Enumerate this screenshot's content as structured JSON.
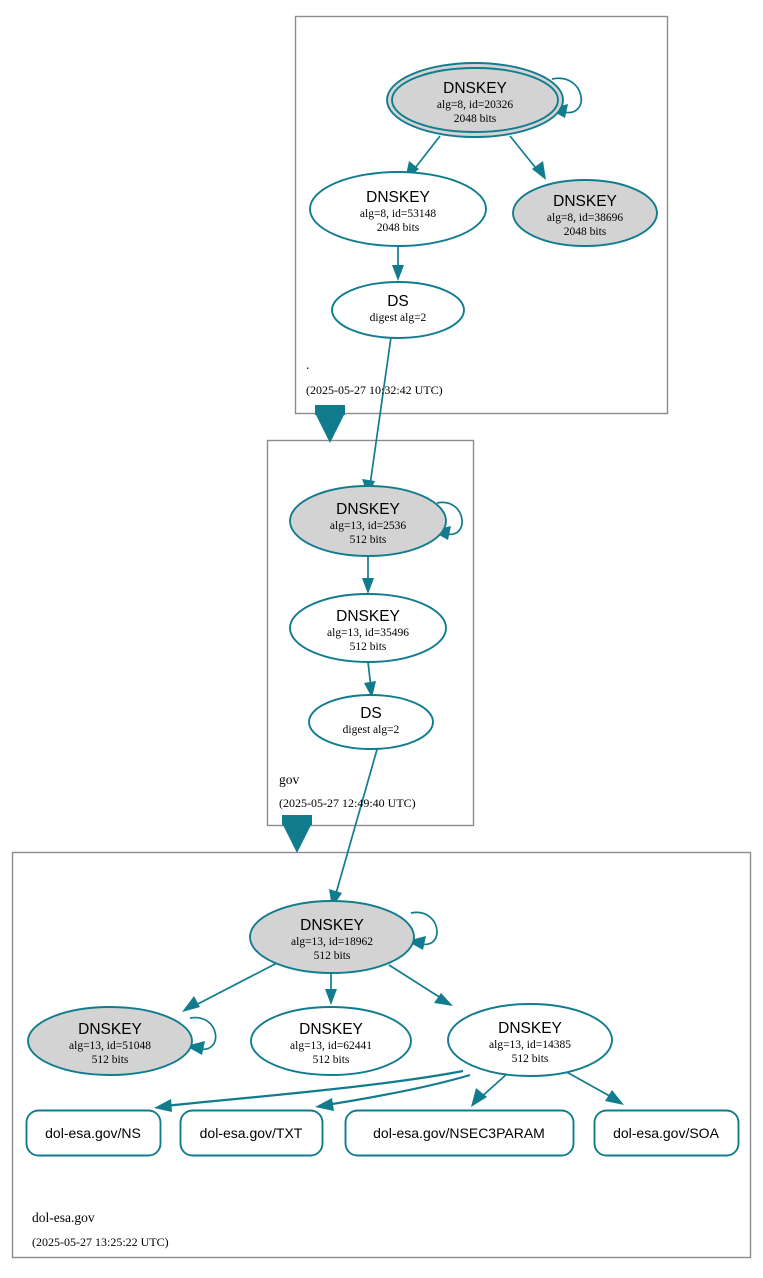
{
  "diagram": {
    "kind": "dnssec-authentication-chain",
    "colors": {
      "edge": "#117c8d",
      "node_border": "#117c8d",
      "secure_fill": "#d3d3d3",
      "plain_fill": "#ffffff",
      "zone_border": "#8c8c8c",
      "text": "#000000"
    }
  },
  "zones": [
    {
      "id": "root",
      "name": ".",
      "timestamp": "(2025-05-27 10:32:42 UTC)",
      "nodes": [
        {
          "id": "root-ksk",
          "type": "DNSKEY",
          "title": "DNSKEY",
          "line2": "alg=8, id=20326",
          "line3": "2048 bits",
          "alg": 8,
          "key_id": 20326,
          "bits": 2048,
          "fill": "grey",
          "trust_anchor": true,
          "self_signed": true
        },
        {
          "id": "root-zsk-53148",
          "type": "DNSKEY",
          "title": "DNSKEY",
          "line2": "alg=8, id=53148",
          "line3": "2048 bits",
          "alg": 8,
          "key_id": 53148,
          "bits": 2048,
          "fill": "white",
          "trust_anchor": false,
          "self_signed": false
        },
        {
          "id": "root-zsk-38696",
          "type": "DNSKEY",
          "title": "DNSKEY",
          "line2": "alg=8, id=38696",
          "line3": "2048 bits",
          "alg": 8,
          "key_id": 38696,
          "bits": 2048,
          "fill": "grey",
          "trust_anchor": false,
          "self_signed": false
        },
        {
          "id": "root-ds",
          "type": "DS",
          "title": "DS",
          "line2": "digest alg=2",
          "line3": "",
          "fill": "white",
          "trust_anchor": false,
          "self_signed": false
        }
      ]
    },
    {
      "id": "gov",
      "name": "gov",
      "timestamp": "(2025-05-27 12:49:40 UTC)",
      "nodes": [
        {
          "id": "gov-ksk",
          "type": "DNSKEY",
          "title": "DNSKEY",
          "line2": "alg=13, id=2536",
          "line3": "512 bits",
          "alg": 13,
          "key_id": 2536,
          "bits": 512,
          "fill": "grey",
          "trust_anchor": false,
          "self_signed": true
        },
        {
          "id": "gov-zsk-35496",
          "type": "DNSKEY",
          "title": "DNSKEY",
          "line2": "alg=13, id=35496",
          "line3": "512 bits",
          "alg": 13,
          "key_id": 35496,
          "bits": 512,
          "fill": "white",
          "trust_anchor": false,
          "self_signed": false
        },
        {
          "id": "gov-ds",
          "type": "DS",
          "title": "DS",
          "line2": "digest alg=2",
          "line3": "",
          "fill": "white",
          "trust_anchor": false,
          "self_signed": false
        }
      ]
    },
    {
      "id": "dol-esa",
      "name": "dol-esa.gov",
      "timestamp": "(2025-05-27 13:25:22 UTC)",
      "nodes": [
        {
          "id": "dol-ksk-18962",
          "type": "DNSKEY",
          "title": "DNSKEY",
          "line2": "alg=13, id=18962",
          "line3": "512 bits",
          "alg": 13,
          "key_id": 18962,
          "bits": 512,
          "fill": "grey",
          "trust_anchor": false,
          "self_signed": true
        },
        {
          "id": "dol-key-51048",
          "type": "DNSKEY",
          "title": "DNSKEY",
          "line2": "alg=13, id=51048",
          "line3": "512 bits",
          "alg": 13,
          "key_id": 51048,
          "bits": 512,
          "fill": "grey",
          "trust_anchor": false,
          "self_signed": true
        },
        {
          "id": "dol-key-62441",
          "type": "DNSKEY",
          "title": "DNSKEY",
          "line2": "alg=13, id=62441",
          "line3": "512 bits",
          "alg": 13,
          "key_id": 62441,
          "bits": 512,
          "fill": "white",
          "trust_anchor": false,
          "self_signed": false
        },
        {
          "id": "dol-key-14385",
          "type": "DNSKEY",
          "title": "DNSKEY",
          "line2": "alg=13, id=14385",
          "line3": "512 bits",
          "alg": 13,
          "key_id": 14385,
          "bits": 512,
          "fill": "white",
          "trust_anchor": false,
          "self_signed": false
        }
      ],
      "rrsets": [
        {
          "id": "rr-ns",
          "label": "dol-esa.gov/NS"
        },
        {
          "id": "rr-txt",
          "label": "dol-esa.gov/TXT"
        },
        {
          "id": "rr-nsec3param",
          "label": "dol-esa.gov/NSEC3PARAM"
        },
        {
          "id": "rr-soa",
          "label": "dol-esa.gov/SOA"
        }
      ]
    }
  ]
}
